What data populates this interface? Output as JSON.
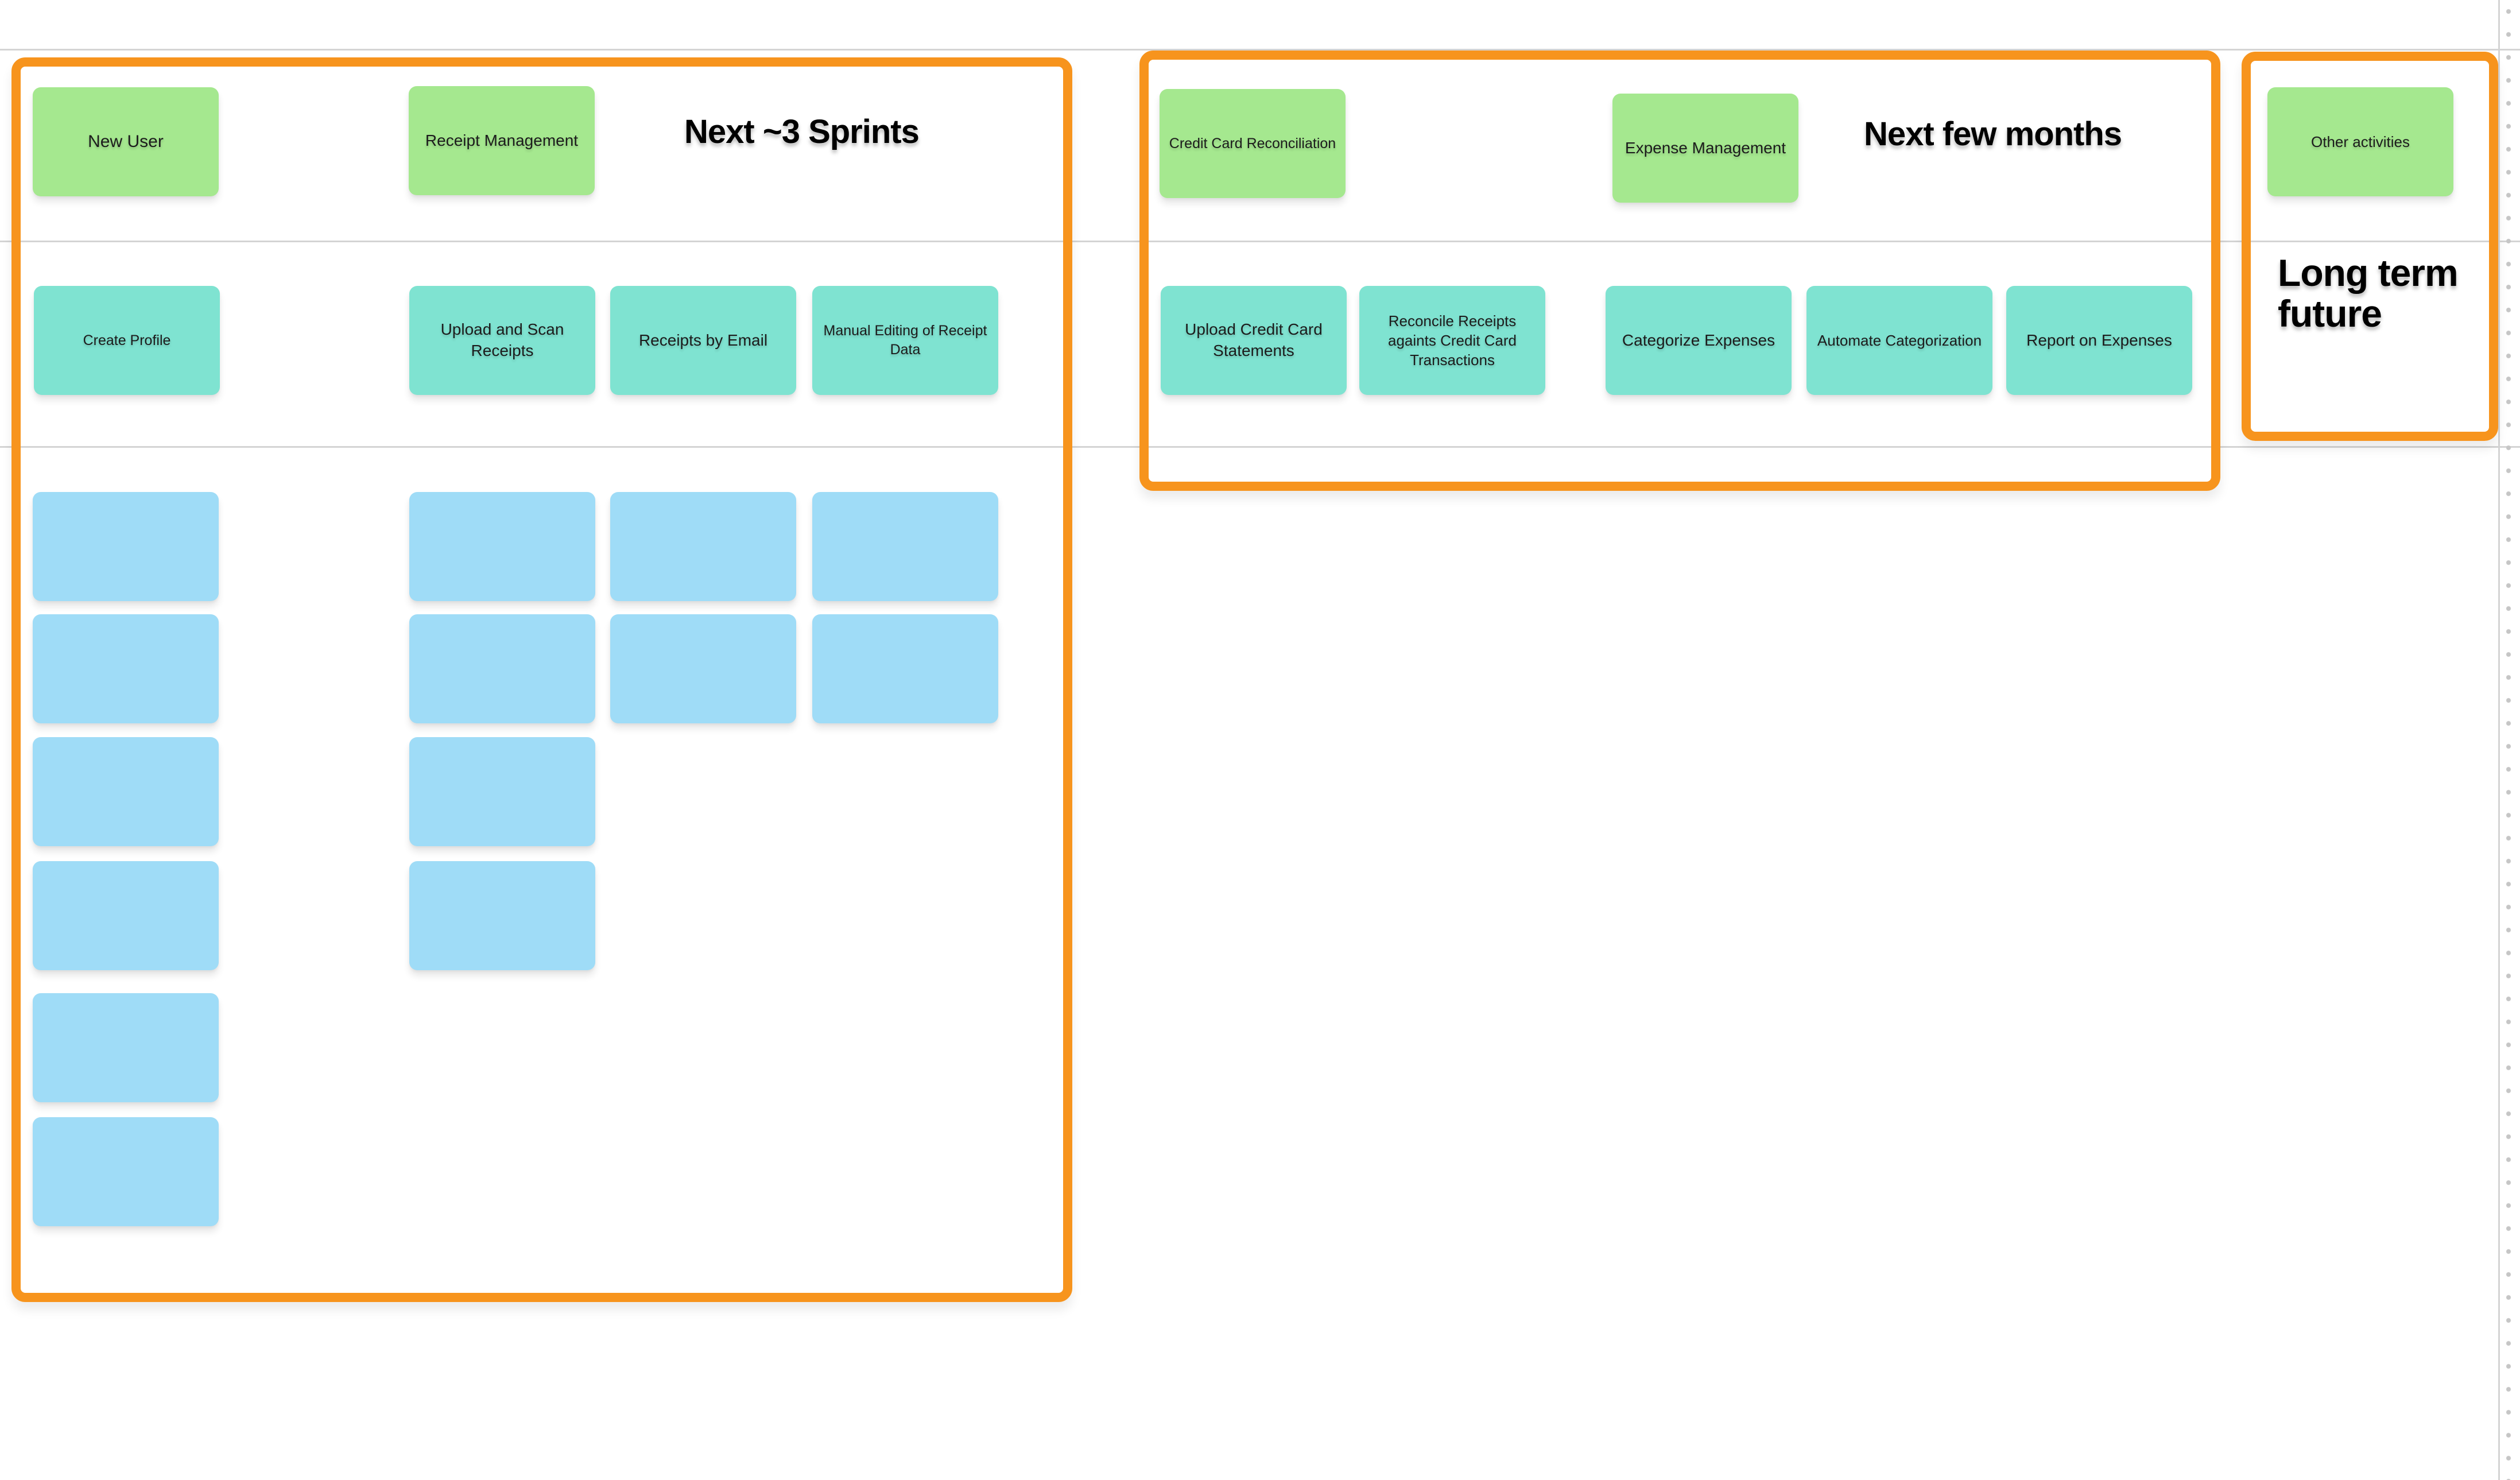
{
  "app": {
    "description": "User story mapping whiteboard with roadmap frames"
  },
  "frames": [
    {
      "title": "Next ~3 Sprints"
    },
    {
      "title": "Next few months"
    },
    {
      "title": "Long term future"
    }
  ],
  "stickies": {
    "green": [
      {
        "label": "New User"
      },
      {
        "label": "Receipt Management"
      },
      {
        "label": "Credit Card Reconciliation"
      },
      {
        "label": "Expense Management"
      },
      {
        "label": "Other activities"
      }
    ],
    "teal": [
      {
        "label": "Create Profile"
      },
      {
        "label": "Upload and Scan Receipts"
      },
      {
        "label": "Receipts by Email"
      },
      {
        "label": "Manual Editing of Receipt Data"
      },
      {
        "label": "Upload Credit Card Statements"
      },
      {
        "label": "Reconcile Receipts againts Credit Card Transactions"
      },
      {
        "label": "Categorize Expenses"
      },
      {
        "label": "Automate Categorization"
      },
      {
        "label": "Report on Expenses"
      }
    ],
    "blue_empty_count": 14
  },
  "colors": {
    "epic_green": "#a5e88f",
    "activity_teal": "#7fe3d1",
    "task_blue": "#9fdcf7",
    "frame_orange": "#f7941d",
    "gridline_gray": "#d4d4d4",
    "text": "#1c1c1c"
  }
}
